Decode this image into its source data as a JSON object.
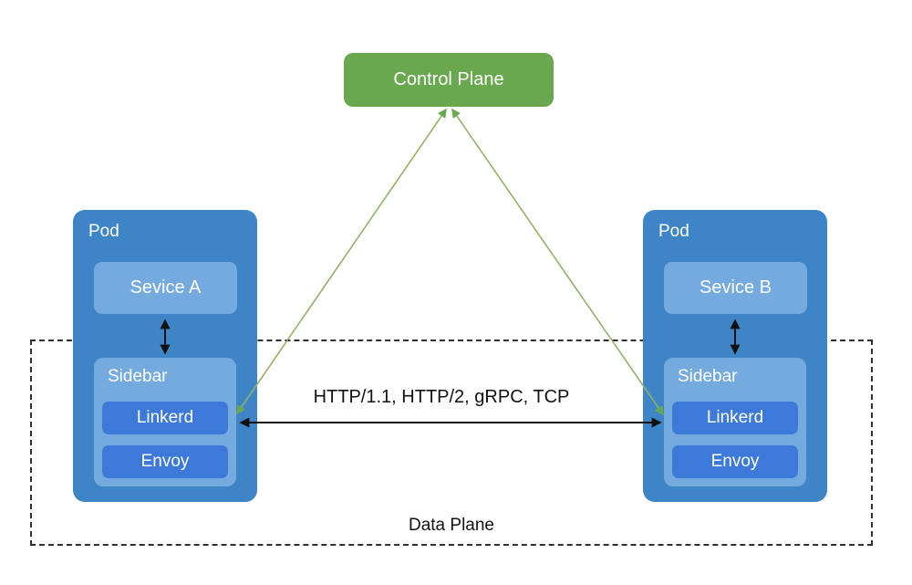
{
  "control_plane": {
    "label": "Control Plane"
  },
  "pods": [
    {
      "label": "Pod",
      "service": "Sevice A",
      "sidecar": {
        "label": "Sidebar",
        "components": [
          "Linkerd",
          "Envoy"
        ]
      }
    },
    {
      "label": "Pod",
      "service": "Sevice B",
      "sidecar": {
        "label": "Sidebar",
        "components": [
          "Linkerd",
          "Envoy"
        ]
      }
    }
  ],
  "data_plane": {
    "label": "Data Plane"
  },
  "connections": {
    "mesh_link_label": "HTTP/1.1, HTTP/2, gRPC, TCP",
    "service_to_sidecar": "bidirectional-arrow",
    "sidecar_to_control_plane": "bidirectional-arrow"
  },
  "colors": {
    "pod": "#3d85c6",
    "inner_box": "#74aadd",
    "proxy_box": "#3d79d8",
    "control_plane": "#6aa84f",
    "green_line": "#8fb266",
    "green_arrowhead": "#6aa84f",
    "black": "#111111"
  }
}
